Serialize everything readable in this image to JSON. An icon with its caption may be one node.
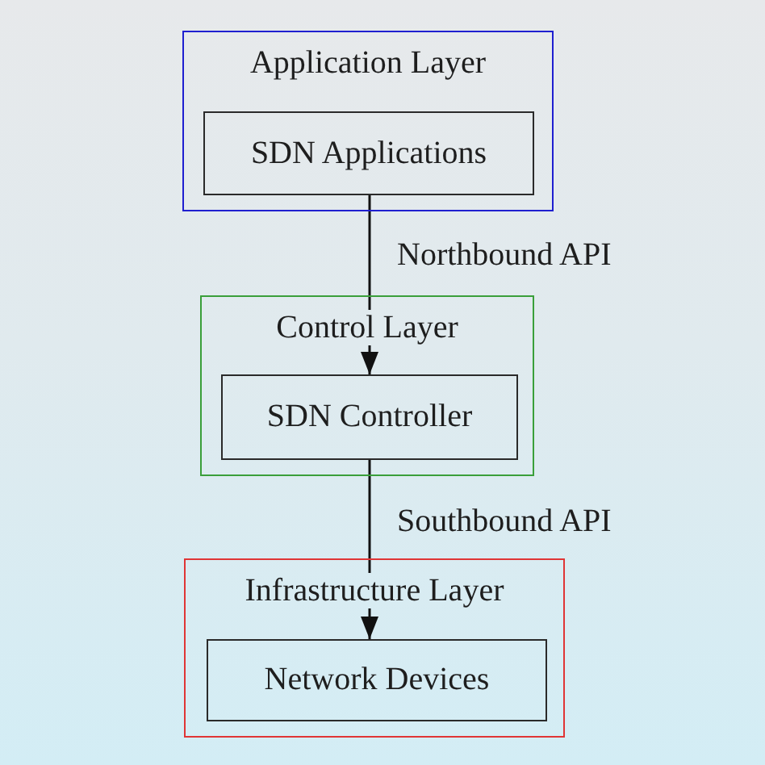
{
  "diagram": {
    "nodes": [
      {
        "text": [
          "Application Layer"
        ]
      },
      {
        "text": [
          "SDN Applications"
        ],
        "in": 0
      },
      {
        "text": [
          "Control Layer"
        ]
      },
      {
        "text": [
          "SDN Controller"
        ],
        "in": 2
      },
      {
        "text": [
          "Infrastructure Layer"
        ]
      },
      {
        "text": [
          "Network Devices"
        ],
        "in": 4
      }
    ],
    "edges": [
      {
        "from": 1,
        "to": 3,
        "arrow": "to",
        "label": "Northbound API"
      },
      {
        "from": 3,
        "to": 5,
        "arrow": "to",
        "label": "Southbound API"
      }
    ]
  }
}
